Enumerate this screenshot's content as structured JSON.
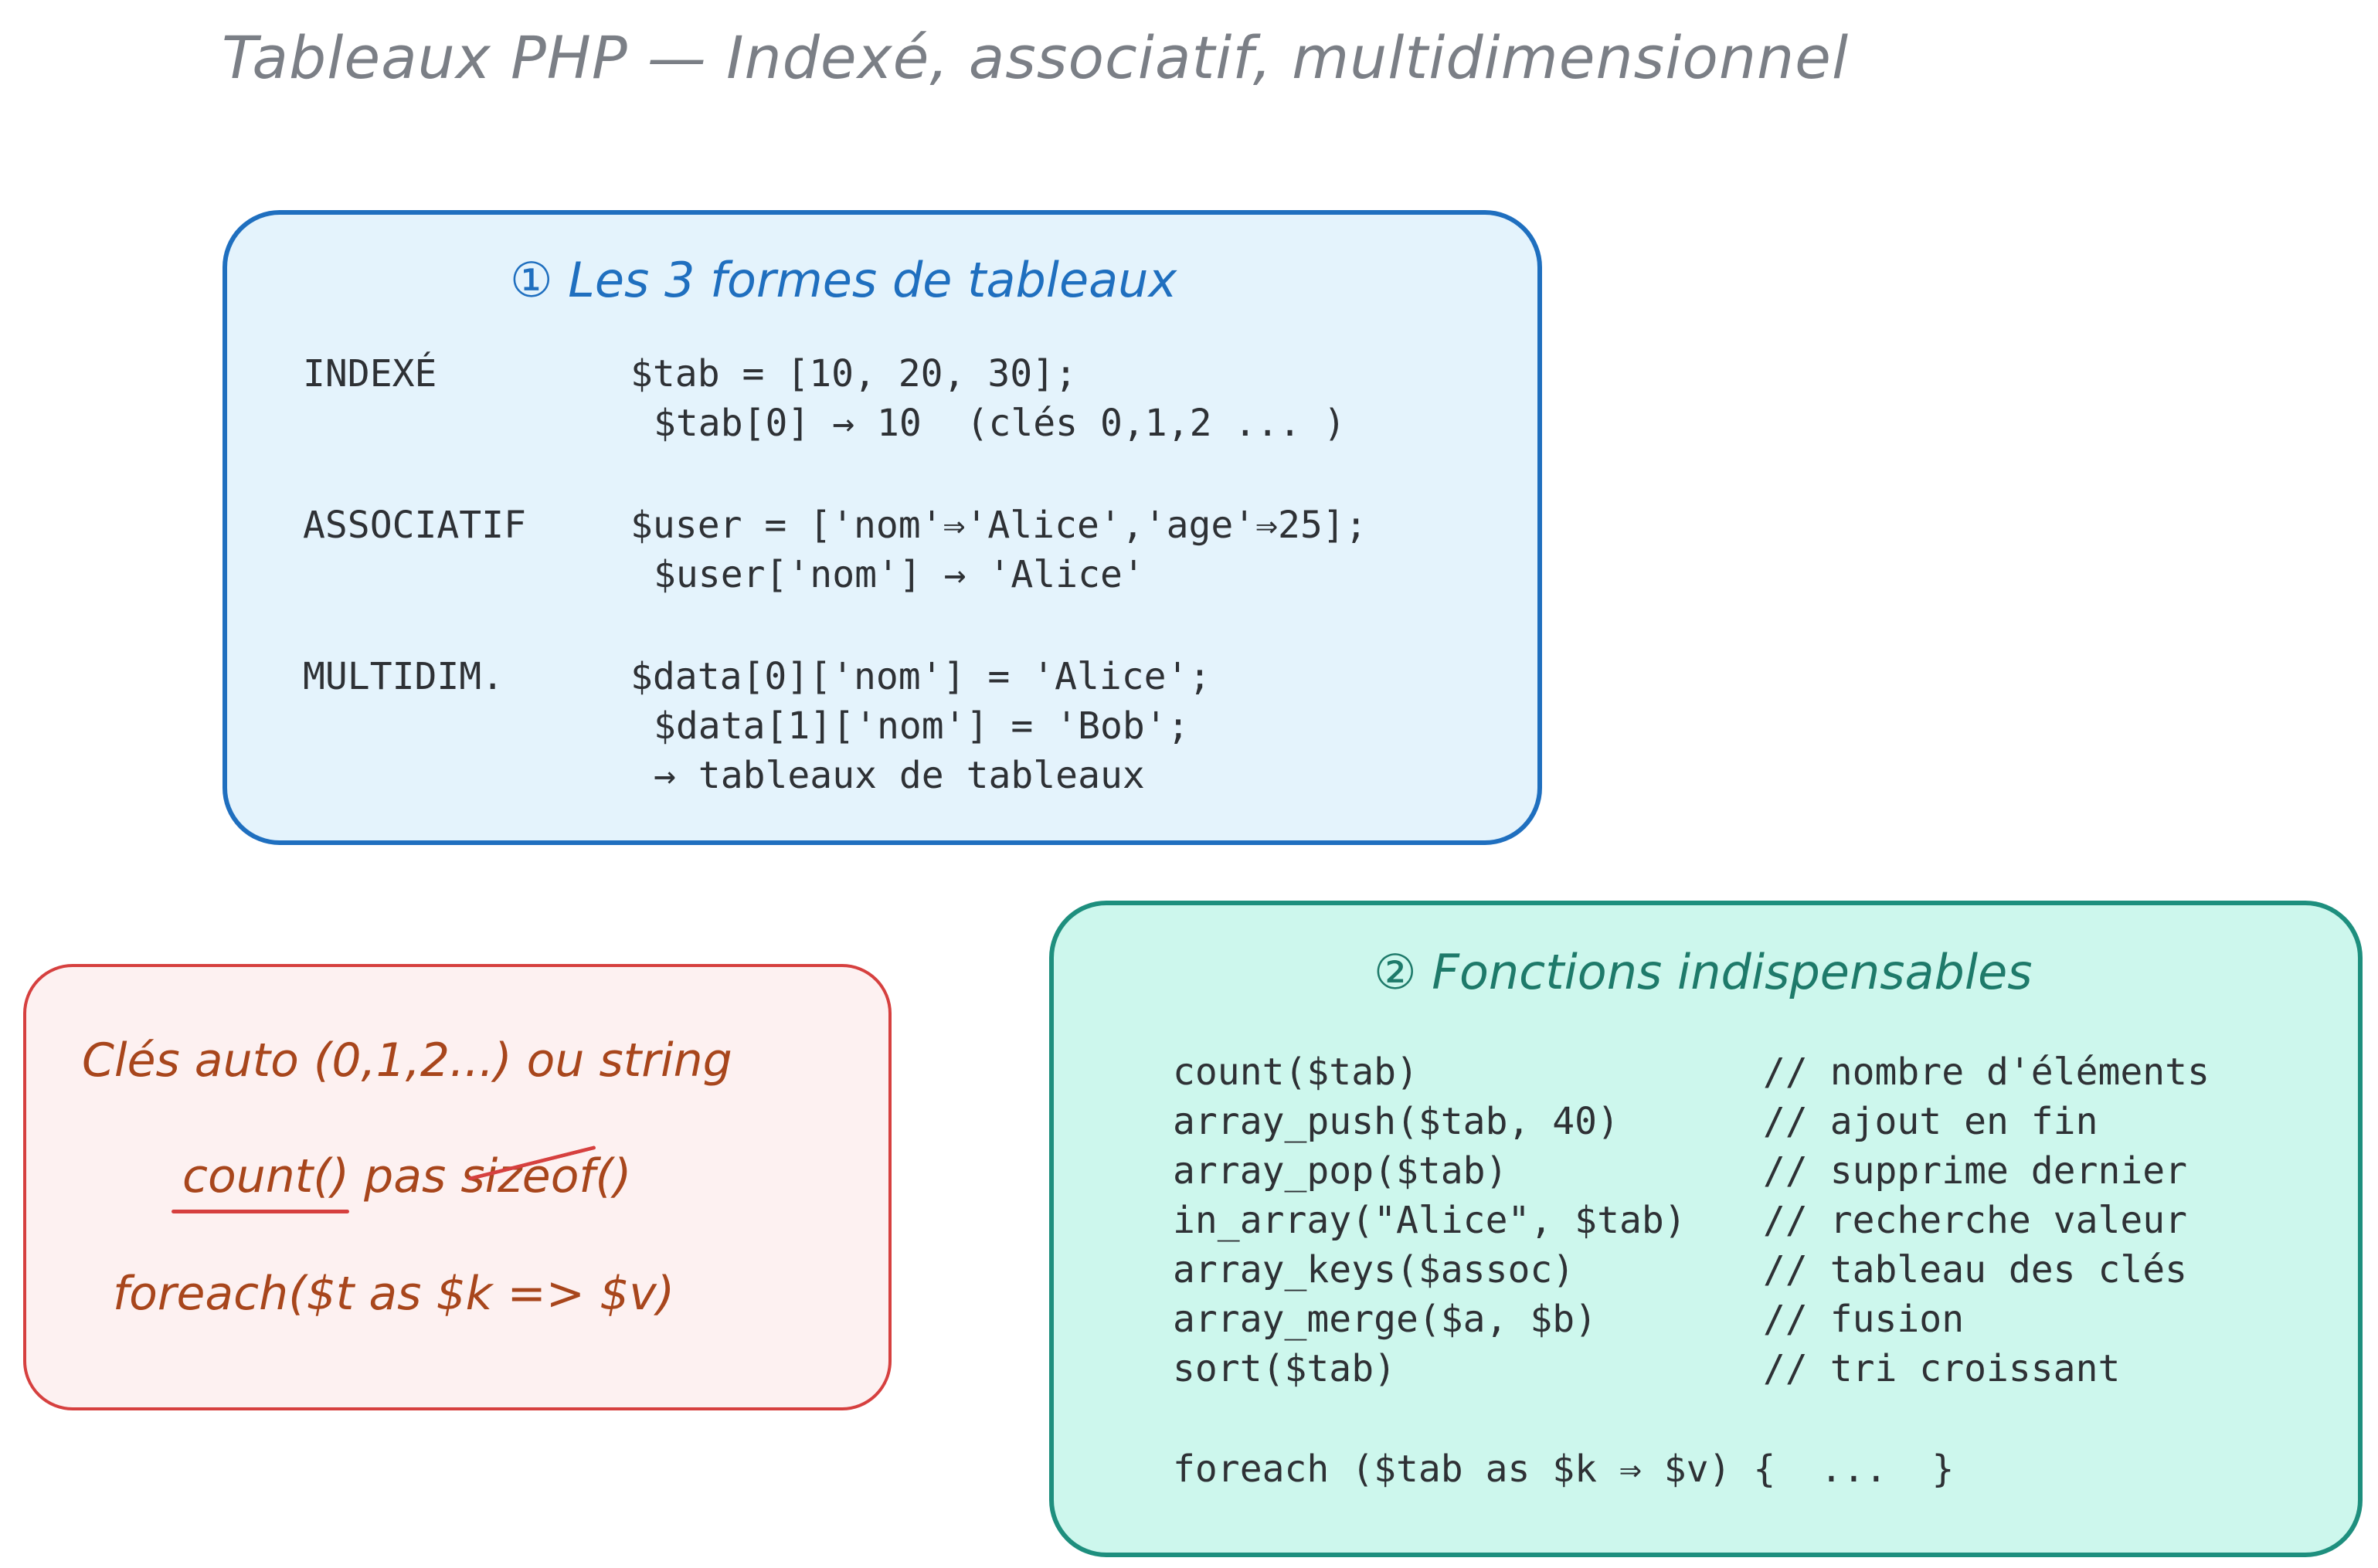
{
  "title": "Tableaux PHP — Indexé, associatif, multidimensionnel",
  "forms": {
    "title": "① Les 3 formes de tableaux",
    "rows": [
      {
        "label": "INDEXÉ",
        "line1": "$tab = [10, 20, 30];",
        "line2": "$tab[0] → 10  (clés 0,1,2 ... )"
      },
      {
        "label": "ASSOCIATIF",
        "line1": "$user = ['nom'⇒'Alice','age'⇒25];",
        "line2": "$user['nom'] → 'Alice'"
      },
      {
        "label": "MULTIDIM.",
        "line1": "$data[0]['nom'] = 'Alice';",
        "line2": "$data[1]['nom'] = 'Bob';",
        "line3": "→ tableaux de tableaux"
      }
    ]
  },
  "functions": {
    "title": "② Fonctions indispensables",
    "items": [
      {
        "code": "count($tab)",
        "comment": "// nombre d'éléments"
      },
      {
        "code": "array_push($tab, 40)",
        "comment": "// ajout en fin"
      },
      {
        "code": "array_pop($tab)",
        "comment": "// supprime dernier"
      },
      {
        "code": "in_array(\"Alice\", $tab)",
        "comment": "// recherche valeur"
      },
      {
        "code": "array_keys($assoc)",
        "comment": "// tableau des clés"
      },
      {
        "code": "array_merge($a, $b)",
        "comment": "// fusion"
      },
      {
        "code": "sort($tab)",
        "comment": "// tri croissant"
      }
    ],
    "foreach": "foreach ($tab as $k ⇒ $v) {  ...  }"
  },
  "notes": {
    "line1": "Clés auto (0,1,2...) ou string",
    "count": "count()",
    "pas": " pas ",
    "sizeof": "sizeof()",
    "line3": "foreach($t as $k => $v)"
  },
  "colors": {
    "box1_border": "#1f6fbf",
    "box1_fill": "#e4f3fc",
    "box2_border": "#1e8f7e",
    "box2_fill": "#cdf7ed",
    "box3_border": "#d6403f",
    "box3_fill": "#fdf1f1",
    "note_text": "#a8461c"
  }
}
